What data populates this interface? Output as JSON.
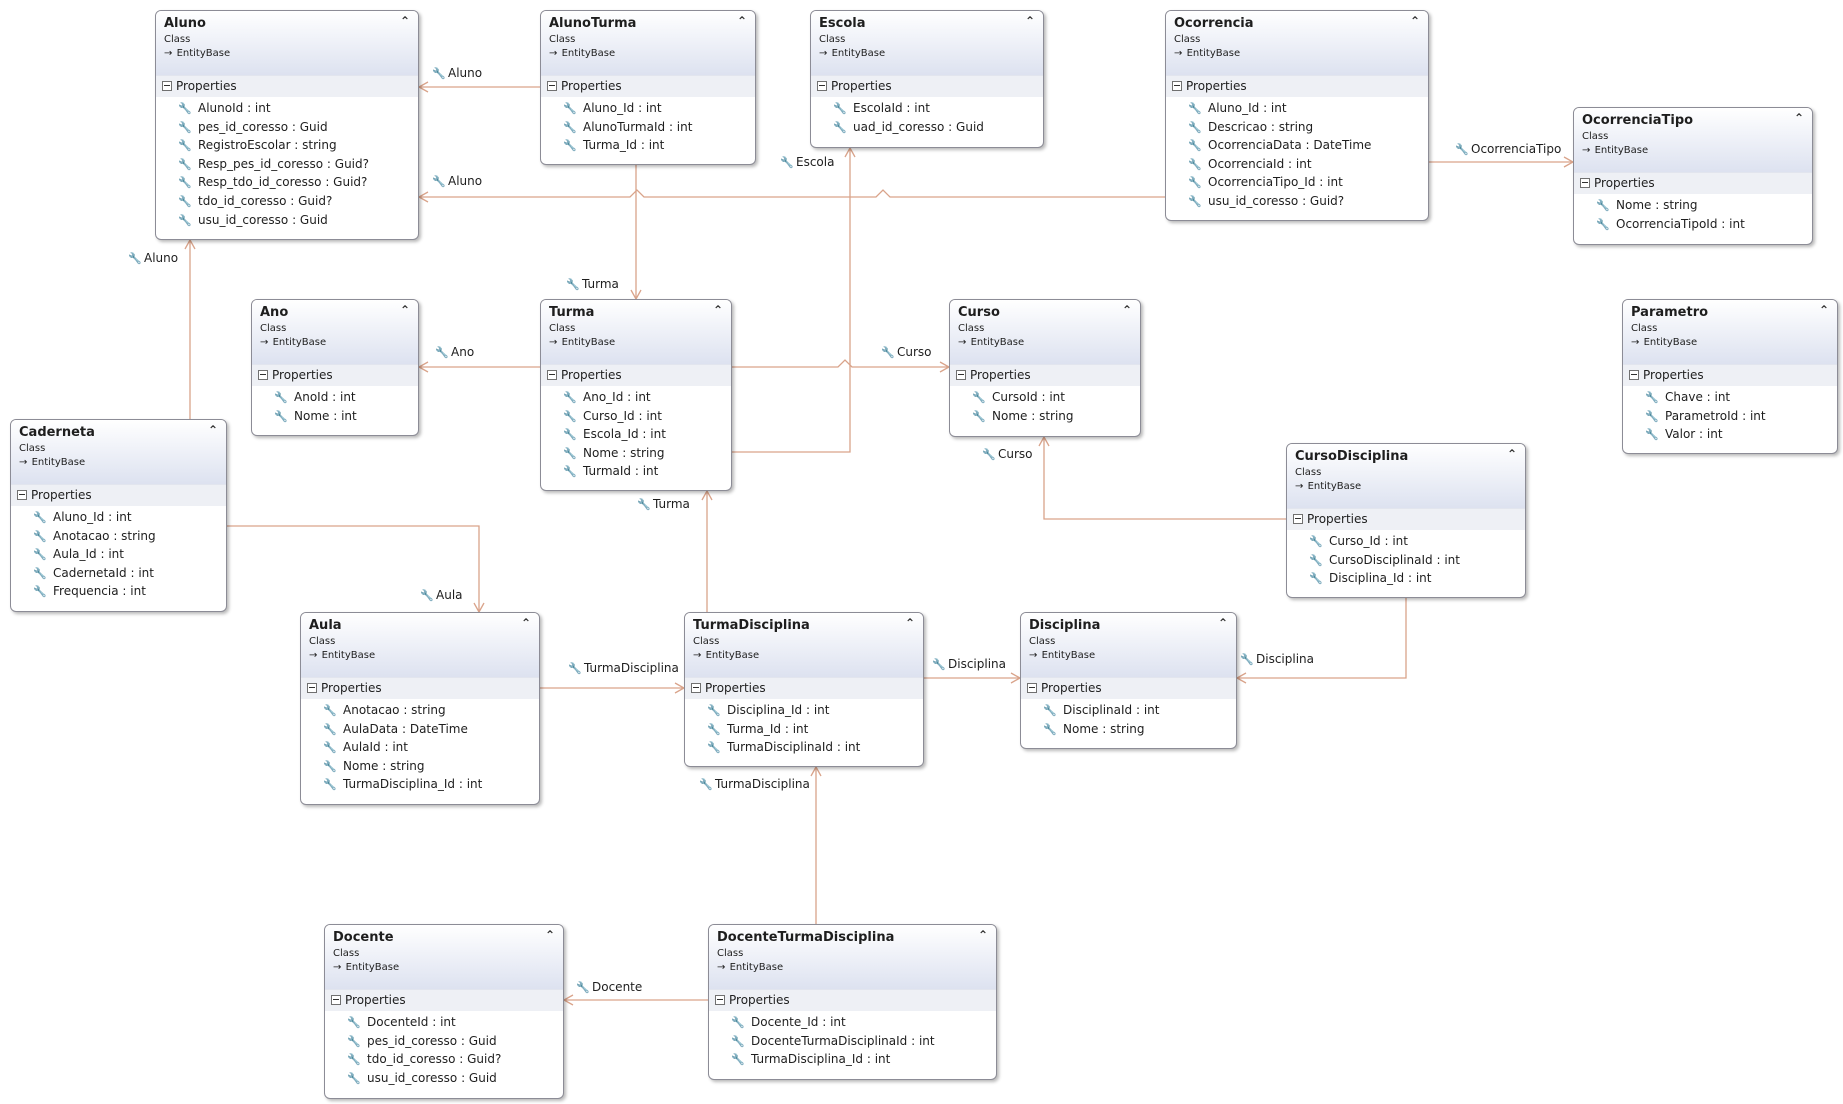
{
  "stereotype": "Class",
  "section_label": "Properties",
  "collapse_glyph": "⌃",
  "base_arrow": "→",
  "wrench_icon": "wrench-icon",
  "link_color": "#d9a38a",
  "classes": [
    {
      "id": "Aluno",
      "name": "Aluno",
      "base": "EntityBase",
      "properties": [
        "AlunoId : int",
        "pes_id_coresso : Guid",
        "RegistroEscolar : string",
        "Resp_pes_id_coresso : Guid?",
        "Resp_tdo_id_coresso : Guid?",
        "tdo_id_coresso : Guid?",
        "usu_id_coresso : Guid"
      ]
    },
    {
      "id": "AlunoTurma",
      "name": "AlunoTurma",
      "base": "EntityBase",
      "properties": [
        "Aluno_Id : int",
        "AlunoTurmaId : int",
        "Turma_Id : int"
      ]
    },
    {
      "id": "Escola",
      "name": "Escola",
      "base": "EntityBase",
      "properties": [
        "EscolaId : int",
        "uad_id_coresso : Guid"
      ]
    },
    {
      "id": "Ocorrencia",
      "name": "Ocorrencia",
      "base": "EntityBase",
      "properties": [
        "Aluno_Id : int",
        "Descricao : string",
        "OcorrenciaData : DateTime",
        "OcorrenciaId : int",
        "OcorrenciaTipo_Id : int",
        "usu_id_coresso : Guid?"
      ]
    },
    {
      "id": "OcorrenciaTipo",
      "name": "OcorrenciaTipo",
      "base": "EntityBase",
      "properties": [
        "Nome : string",
        "OcorrenciaTipoId : int"
      ]
    },
    {
      "id": "Ano",
      "name": "Ano",
      "base": "EntityBase",
      "properties": [
        "AnoId : int",
        "Nome : int"
      ]
    },
    {
      "id": "Turma",
      "name": "Turma",
      "base": "EntityBase",
      "properties": [
        "Ano_Id : int",
        "Curso_Id : int",
        "Escola_Id : int",
        "Nome : string",
        "TurmaId : int"
      ]
    },
    {
      "id": "Curso",
      "name": "Curso",
      "base": "EntityBase",
      "properties": [
        "CursoId : int",
        "Nome : string"
      ]
    },
    {
      "id": "Parametro",
      "name": "Parametro",
      "base": "EntityBase",
      "properties": [
        "Chave : int",
        "ParametroId : int",
        "Valor : int"
      ]
    },
    {
      "id": "Caderneta",
      "name": "Caderneta",
      "base": "EntityBase",
      "properties": [
        "Aluno_Id : int",
        "Anotacao : string",
        "Aula_Id : int",
        "CadernetaId : int",
        "Frequencia : int"
      ]
    },
    {
      "id": "CursoDisciplina",
      "name": "CursoDisciplina",
      "base": "EntityBase",
      "properties": [
        "Curso_Id : int",
        "CursoDisciplinaId : int",
        "Disciplina_Id : int"
      ]
    },
    {
      "id": "Aula",
      "name": "Aula",
      "base": "EntityBase",
      "properties": [
        "Anotacao : string",
        "AulaData : DateTime",
        "AulaId : int",
        "Nome : string",
        "TurmaDisciplina_Id : int"
      ]
    },
    {
      "id": "TurmaDisciplina",
      "name": "TurmaDisciplina",
      "base": "EntityBase",
      "properties": [
        "Disciplina_Id : int",
        "Turma_Id : int",
        "TurmaDisciplinaId : int"
      ]
    },
    {
      "id": "Disciplina",
      "name": "Disciplina",
      "base": "EntityBase",
      "properties": [
        "DisciplinaId : int",
        "Nome : string"
      ]
    },
    {
      "id": "Docente",
      "name": "Docente",
      "base": "EntityBase",
      "properties": [
        "DocenteId : int",
        "pes_id_coresso : Guid",
        "tdo_id_coresso : Guid?",
        "usu_id_coresso : Guid"
      ]
    },
    {
      "id": "DocenteTurmaDisciplina",
      "name": "DocenteTurmaDisciplina",
      "base": "EntityBase",
      "properties": [
        "Docente_Id : int",
        "DocenteTurmaDisciplinaId : int",
        "TurmaDisciplina_Id : int"
      ]
    }
  ],
  "associations": [
    {
      "from": "AlunoTurma",
      "to": "Aluno",
      "label": "Aluno"
    },
    {
      "from": "Ocorrencia",
      "to": "Aluno",
      "label": "Aluno"
    },
    {
      "from": "Caderneta",
      "to": "Aluno",
      "label": "Aluno"
    },
    {
      "from": "AlunoTurma",
      "to": "Turma",
      "label": "Turma"
    },
    {
      "from": "Turma",
      "to": "Escola",
      "label": "Escola"
    },
    {
      "from": "Ocorrencia",
      "to": "OcorrenciaTipo",
      "label": "OcorrenciaTipo"
    },
    {
      "from": "Turma",
      "to": "Ano",
      "label": "Ano"
    },
    {
      "from": "Turma",
      "to": "Curso",
      "label": "Curso"
    },
    {
      "from": "CursoDisciplina",
      "to": "Curso",
      "label": "Curso"
    },
    {
      "from": "Caderneta",
      "to": "Aula",
      "label": "Aula"
    },
    {
      "from": "TurmaDisciplina",
      "to": "Turma",
      "label": "Turma"
    },
    {
      "from": "Aula",
      "to": "TurmaDisciplina",
      "label": "TurmaDisciplina"
    },
    {
      "from": "TurmaDisciplina",
      "to": "Disciplina",
      "label": "Disciplina"
    },
    {
      "from": "CursoDisciplina",
      "to": "Disciplina",
      "label": "Disciplina"
    },
    {
      "from": "DocenteTurmaDisciplina",
      "to": "TurmaDisciplina",
      "label": "TurmaDisciplina"
    },
    {
      "from": "DocenteTurmaDisciplina",
      "to": "Docente",
      "label": "Docente"
    }
  ]
}
